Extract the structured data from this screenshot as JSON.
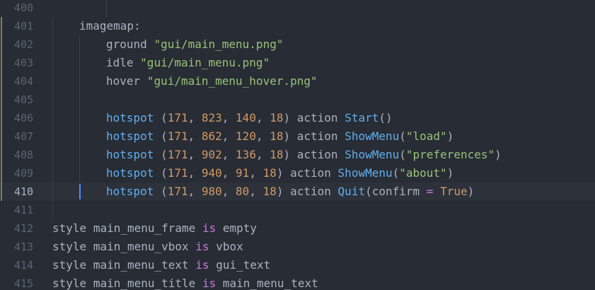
{
  "editor": {
    "lines": {
      "l400": {
        "number": "400"
      },
      "l401": {
        "number": "401",
        "text": "imagemap:"
      },
      "l402": {
        "number": "402",
        "prop": "ground",
        "value": "\"gui/main_menu.png\""
      },
      "l403": {
        "number": "403",
        "prop": "idle",
        "value": "\"gui/main_menu.png\""
      },
      "l404": {
        "number": "404",
        "prop": "hover",
        "value": "\"gui/main_menu_hover.png\""
      },
      "l405": {
        "number": "405"
      },
      "l406": {
        "number": "406",
        "kw": "hotspot",
        "a": "171",
        "b": "823",
        "c": "140",
        "d": "18",
        "action": "action",
        "fn": "Start",
        "args": "()"
      },
      "l407": {
        "number": "407",
        "kw": "hotspot",
        "a": "171",
        "b": "862",
        "c": "120",
        "d": "18",
        "action": "action",
        "fn": "ShowMenu",
        "arg": "\"load\""
      },
      "l408": {
        "number": "408",
        "kw": "hotspot",
        "a": "171",
        "b": "902",
        "c": "136",
        "d": "18",
        "action": "action",
        "fn": "ShowMenu",
        "arg": "\"preferences\""
      },
      "l409": {
        "number": "409",
        "kw": "hotspot",
        "a": "171",
        "b": "940",
        "c": "91",
        "d": "18",
        "action": "action",
        "fn": "ShowMenu",
        "arg": "\"about\""
      },
      "l410": {
        "number": "410",
        "kw": "hotspot",
        "a": "171",
        "b": "980",
        "c": "80",
        "d": "18",
        "action": "action",
        "fn": "Quit",
        "param": "confirm",
        "eq": "=",
        "val": "True"
      },
      "l411": {
        "number": "411"
      },
      "l412": {
        "number": "412",
        "s": "style",
        "name": "main_menu_frame",
        "is": "is",
        "base": "empty"
      },
      "l413": {
        "number": "413",
        "s": "style",
        "name": "main_menu_vbox",
        "is": "is",
        "base": "vbox"
      },
      "l414": {
        "number": "414",
        "s": "style",
        "name": "main_menu_text",
        "is": "is",
        "base": "gui_text"
      },
      "l415": {
        "number": "415",
        "s": "style",
        "name": "main_menu_title",
        "is": "is",
        "base": "main_menu_text"
      }
    },
    "colors": {
      "background": "#282c34",
      "keyword_blue": "#61afef",
      "number": "#d19a66",
      "string": "#98c379",
      "keyword_purple": "#c678dd",
      "modified_marker": "#8a7a4e",
      "cursor": "#528bff"
    }
  }
}
